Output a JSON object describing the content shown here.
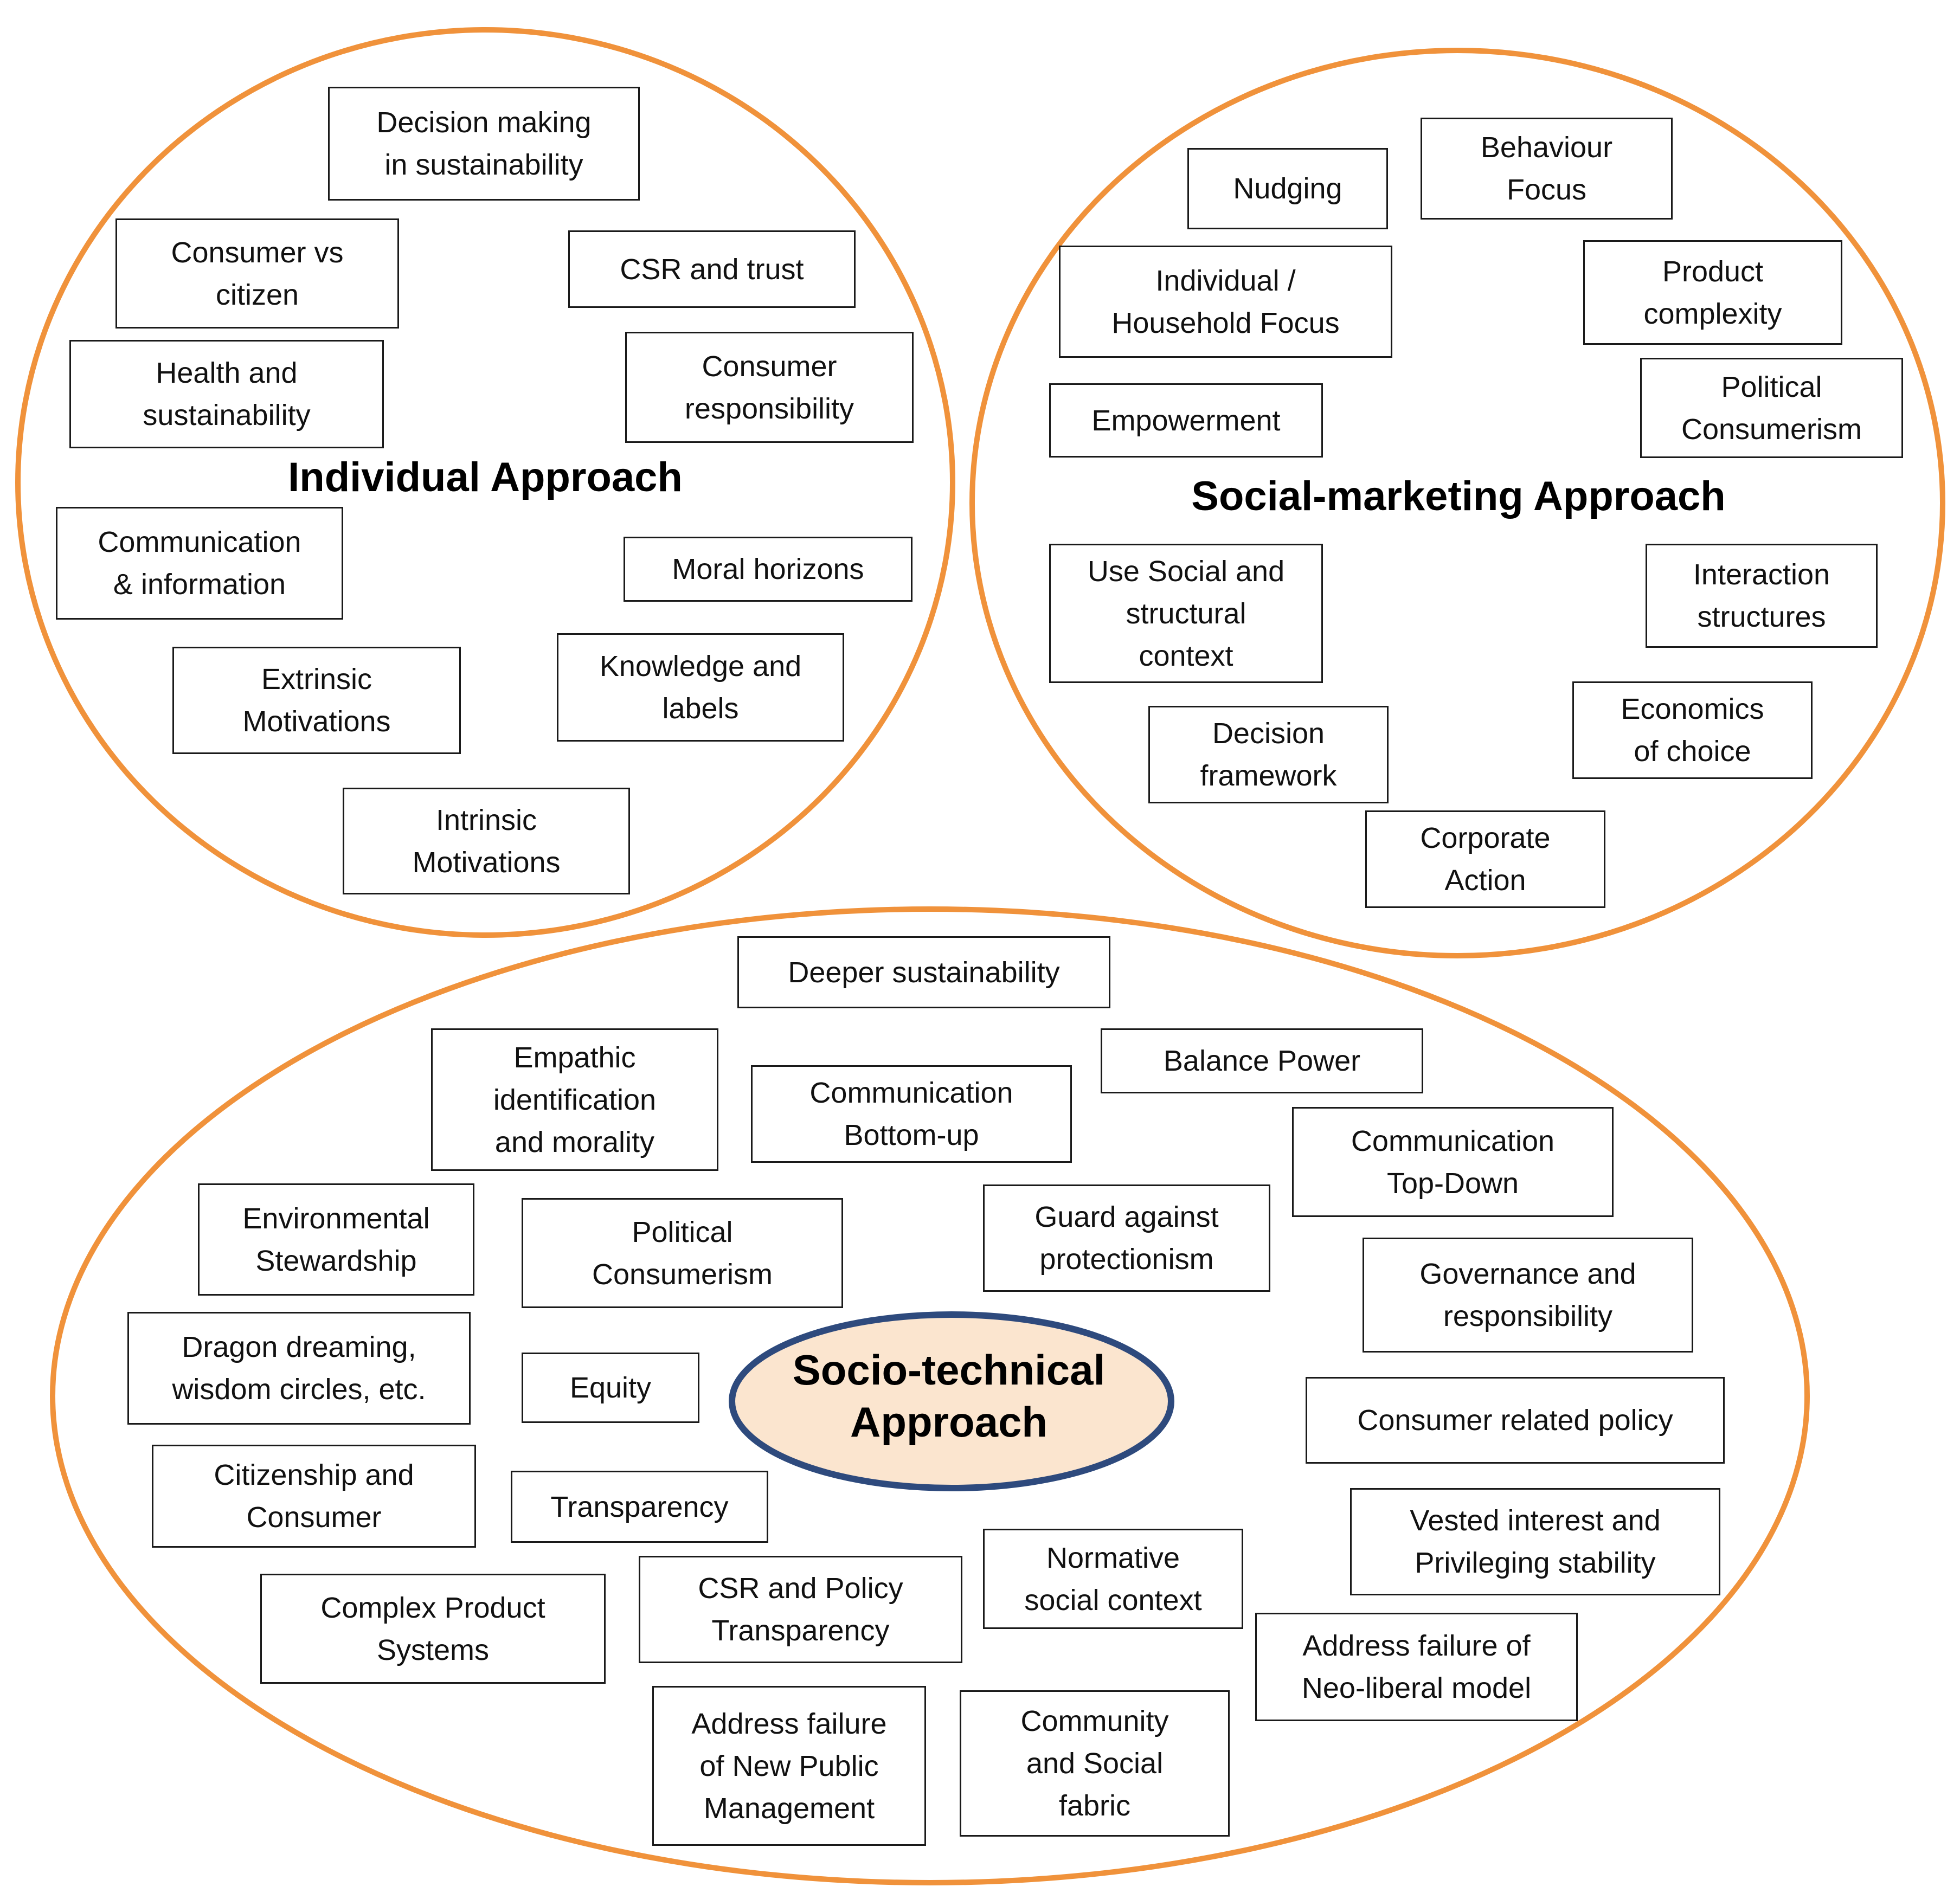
{
  "colors": {
    "ring": "#F0923B",
    "center_fill": "#FBE5CF",
    "center_stroke": "#2E4A7D",
    "box_border": "#1a1a1a"
  },
  "approaches": {
    "individual": {
      "title": "Individual Approach",
      "items": [
        "Decision making\nin sustainability",
        "Consumer vs\ncitizen",
        "CSR and trust",
        "Health and\nsustainability",
        "Consumer\nresponsibility",
        "Communication\n& information",
        "Moral horizons",
        "Extrinsic\nMotivations",
        "Knowledge and\nlabels",
        "Intrinsic\nMotivations"
      ]
    },
    "social_marketing": {
      "title": "Social-marketing Approach",
      "items": [
        "Nudging",
        "Behaviour\nFocus",
        "Individual /\nHousehold Focus",
        "Product\ncomplexity",
        "Empowerment",
        "Political\nConsumerism",
        "Use Social and\nstructural\ncontext",
        "Interaction\nstructures",
        "Decision\nframework",
        "Economics\nof choice",
        "Corporate\nAction"
      ]
    },
    "socio_technical": {
      "title": "Socio-technical\nApproach",
      "items": [
        "Deeper sustainability",
        "Empathic\nidentification\nand morality",
        "Communication\nBottom-up",
        "Balance Power",
        "Communication\nTop-Down",
        "Environmental\nStewardship",
        "Political\nConsumerism",
        "Guard against\nprotectionism",
        "Governance and\nresponsibility",
        "Dragon dreaming,\nwisdom circles, etc.",
        "Equity",
        "Consumer related policy",
        "Citizenship and\nConsumer",
        "Transparency",
        "Vested interest and\nPrivileging stability",
        "Normative\nsocial context",
        "Complex Product\nSystems",
        "CSR and Policy\nTransparency",
        "Address failure of\nNeo-liberal model",
        "Address failure\nof New Public\nManagement",
        "Community\nand Social\nfabric"
      ]
    }
  }
}
